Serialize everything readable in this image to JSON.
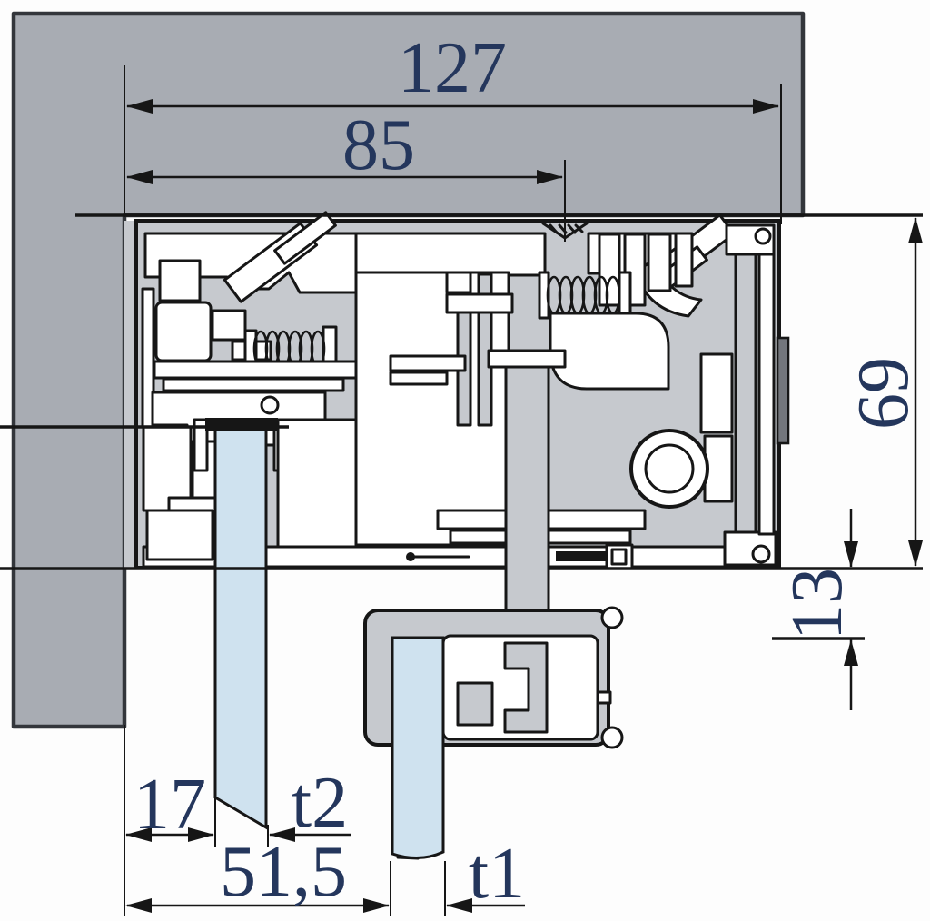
{
  "colors": {
    "wall_gray": "#a8acb3",
    "profile_gray": "#c6c9ce",
    "glass_blue": "#cfe2ef",
    "line_black": "#161616",
    "dimension_text": "#24365c"
  },
  "dims": {
    "overall_width": "127",
    "carrier_width": "85",
    "track_height": "69",
    "bottom_offset": "13",
    "edge_inset": "17",
    "glass2_thickness": "t2",
    "glass_center": "51,5",
    "glass1_thickness": "t1"
  }
}
